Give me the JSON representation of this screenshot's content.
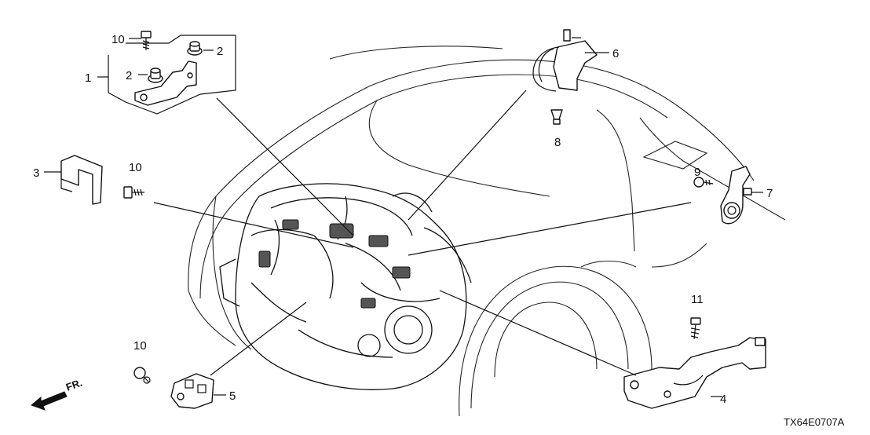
{
  "callouts": [
    {
      "id": "c1",
      "text": "1"
    },
    {
      "id": "c2a",
      "text": "2"
    },
    {
      "id": "c2b",
      "text": "2"
    },
    {
      "id": "c3",
      "text": "3"
    },
    {
      "id": "c4",
      "text": "4"
    },
    {
      "id": "c5",
      "text": "5"
    },
    {
      "id": "c6",
      "text": "6"
    },
    {
      "id": "c7",
      "text": "7"
    },
    {
      "id": "c8",
      "text": "8"
    },
    {
      "id": "c9",
      "text": "9"
    },
    {
      "id": "c10a",
      "text": "10"
    },
    {
      "id": "c10b",
      "text": "10"
    },
    {
      "id": "c10c",
      "text": "10"
    },
    {
      "id": "c11",
      "text": "11"
    }
  ],
  "direction_label": "FR.",
  "diagram_code": "TX64E0707A",
  "icons": [
    "front-direction-arrow-icon"
  ]
}
